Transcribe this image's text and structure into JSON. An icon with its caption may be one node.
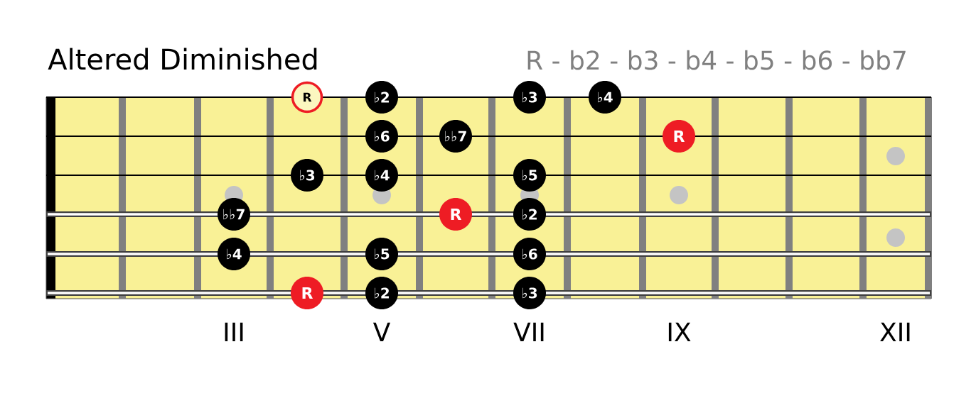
{
  "diagram": {
    "title": "Altered Diminished",
    "nodes": [
      {
        "text": [
          "R"
        ]
      },
      {
        "text": [
          "♭2"
        ]
      },
      {
        "text": [
          "♭3"
        ]
      },
      {
        "text": [
          "♭4"
        ]
      },
      {
        "text": [
          "♭6"
        ]
      },
      {
        "text": [
          "♭♭7"
        ]
      },
      {
        "text": [
          "R"
        ]
      },
      {
        "text": [
          "♭3"
        ]
      },
      {
        "text": [
          "♭4"
        ]
      },
      {
        "text": [
          "♭5"
        ]
      },
      {
        "text": [
          "♭♭7"
        ]
      },
      {
        "text": [
          "R"
        ]
      },
      {
        "text": [
          "♭2"
        ]
      },
      {
        "text": [
          "♭4"
        ]
      },
      {
        "text": [
          "♭5"
        ]
      },
      {
        "text": [
          "♭6"
        ]
      },
      {
        "text": [
          "R"
        ]
      },
      {
        "text": [
          "♭2"
        ]
      },
      {
        "text": [
          "♭3"
        ]
      }
    ],
    "labels": [
      "R - b2 - b3 - b4 - b5 - b6 - bb7",
      "III",
      "V",
      "VII",
      "IX",
      "XII"
    ]
  }
}
